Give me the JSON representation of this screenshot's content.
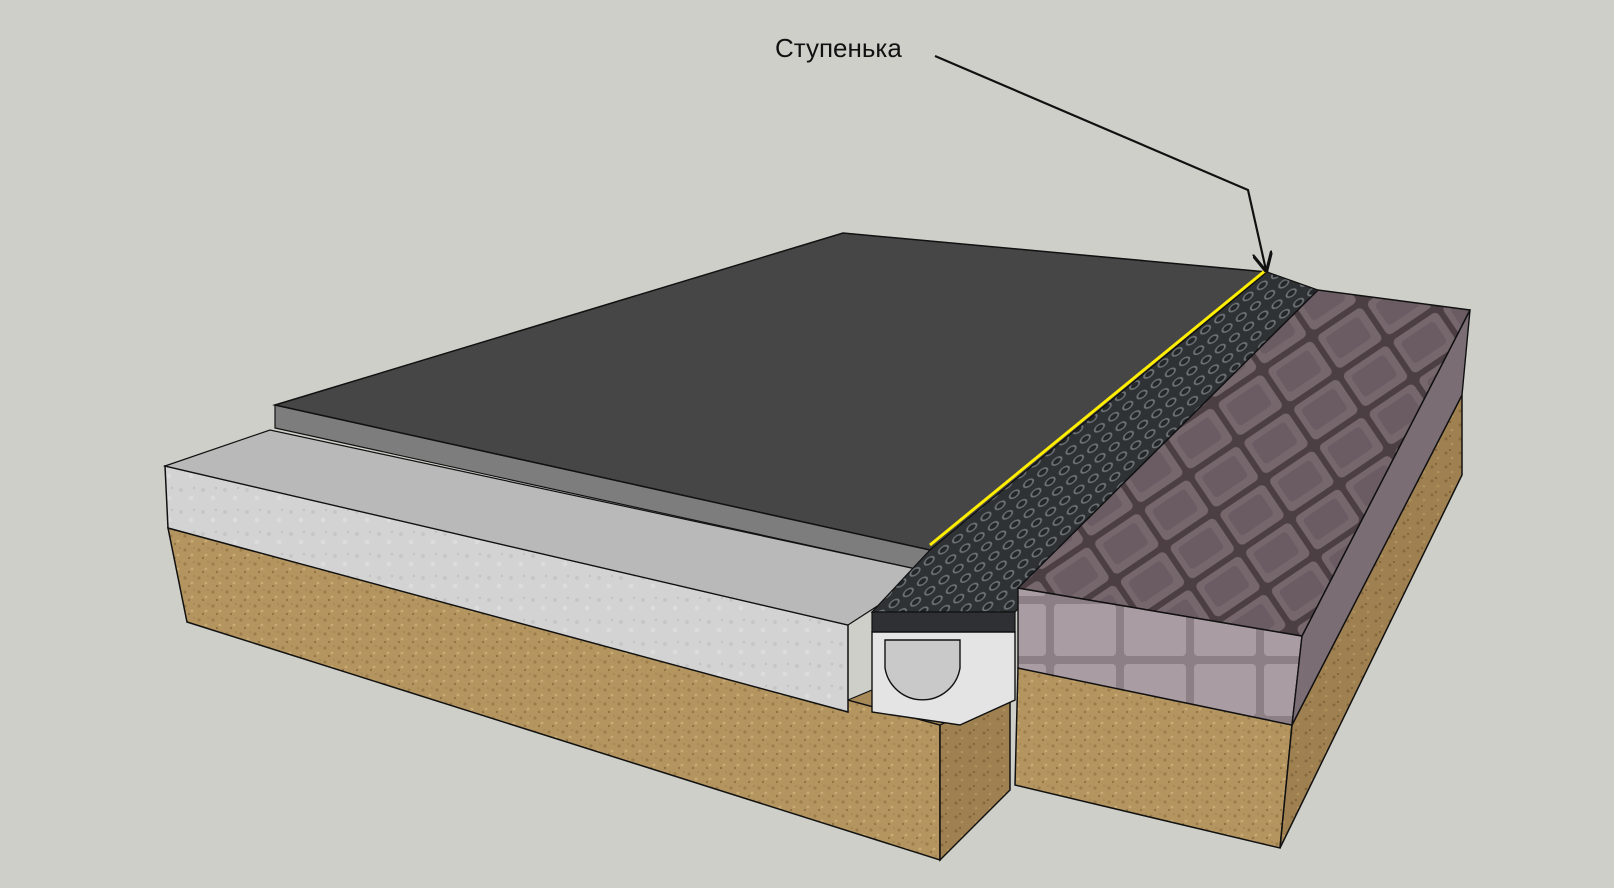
{
  "annotation": {
    "label": "Ступенька"
  },
  "colors": {
    "background": "#cfcfca",
    "asphalt_top": "#454545",
    "asphalt_edge": "#7a7a7a",
    "concrete": "#d2d2d2",
    "concrete_top": "#b3b3b3",
    "sand": "#b4955f",
    "sand_dark": "#8f7245",
    "paver": "#6f6166",
    "paver_side": "#9a8d94",
    "drain_grate": "#3a3d40",
    "drain_channel": "#e6e6e6",
    "highlight_edge": "#ffee00",
    "outline": "#111111"
  },
  "icons": [
    "step-edge-marker",
    "leader-arrow"
  ]
}
